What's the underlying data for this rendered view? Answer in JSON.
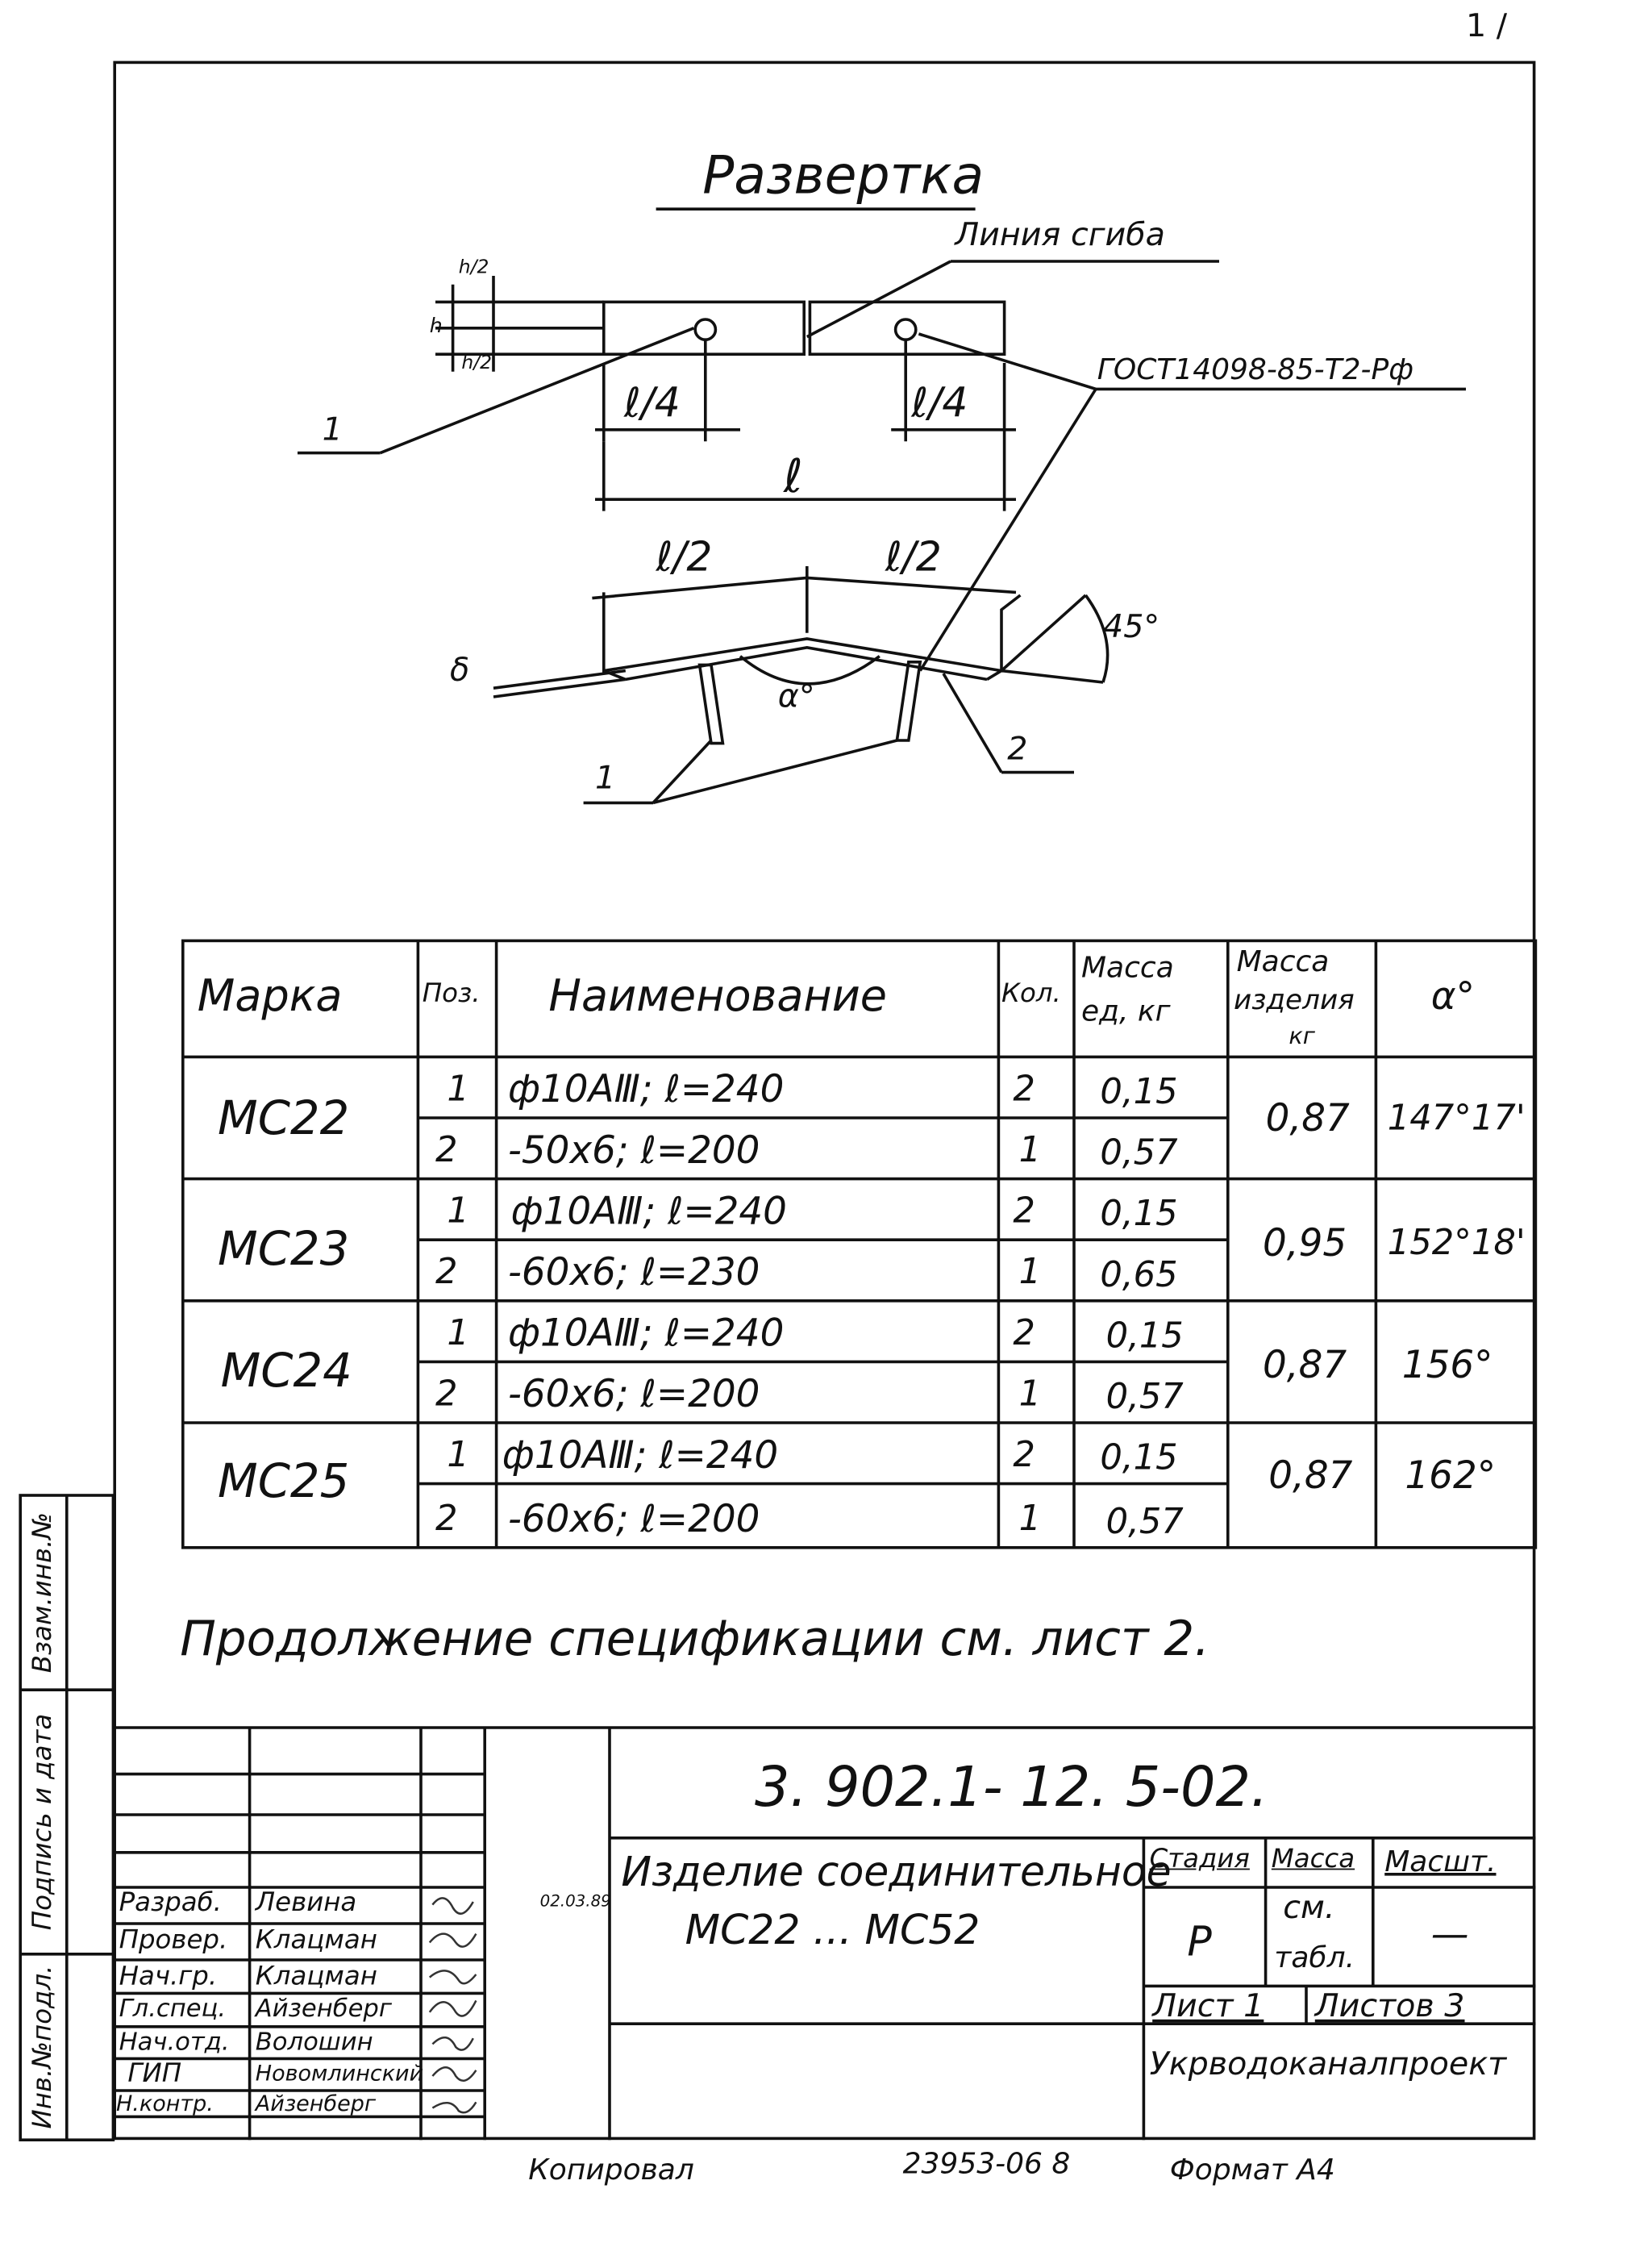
{
  "drawing": {
    "title": "Развертка",
    "bend_line_label": "Линия сгиба",
    "gost_label": "ГОСТ14098-85-Т2-Рф",
    "dim_quarter_left": "ℓ/4",
    "dim_quarter_right": "ℓ/4",
    "dim_full": "ℓ",
    "dim_half_left": "ℓ/2",
    "dim_half_right": "ℓ/2",
    "dim_h_over_2_top": "h/2",
    "dim_h": "h",
    "dim_h_over_2_bottom": "h/2",
    "angle_45": "45°",
    "angle_alpha": "α°",
    "thickness": "δ",
    "pos_1_top": "1",
    "pos_1_bottom": "1",
    "pos_2": "2"
  },
  "spec": {
    "headers": {
      "mark": "Марка",
      "pos": "Поз.",
      "name": "Наименование",
      "qty": "Кол.",
      "mass_unit_1": "Масса",
      "mass_unit_2": "ед, кг",
      "mass_item_1": "Масса",
      "mass_item_2": "изделия",
      "mass_item_3": "кг",
      "alpha": "α°"
    },
    "groups": [
      {
        "mark": "МС22",
        "mass": "0,87",
        "alpha": "147°17'",
        "rows": [
          {
            "pos": "1",
            "name": "ф10АⅢ;  ℓ=240",
            "qty": "2",
            "unit": "0,15"
          },
          {
            "pos": "2",
            "name": "-50x6;  ℓ=200",
            "qty": "1",
            "unit": "0,57"
          }
        ]
      },
      {
        "mark": "МС23",
        "mass": "0,95",
        "alpha": "152°18'",
        "rows": [
          {
            "pos": "1",
            "name": "ф10АⅢ;  ℓ=240",
            "qty": "2",
            "unit": "0,15"
          },
          {
            "pos": "2",
            "name": "-60x6;  ℓ=230",
            "qty": "1",
            "unit": "0,65"
          }
        ]
      },
      {
        "mark": "МС24",
        "mass": "0,87",
        "alpha": "156°",
        "rows": [
          {
            "pos": "1",
            "name": "ф10АⅢ;  ℓ=240",
            "qty": "2",
            "unit": "0,15"
          },
          {
            "pos": "2",
            "name": "-60x6;  ℓ=200",
            "qty": "1",
            "unit": "0,57"
          }
        ]
      },
      {
        "mark": "МС25",
        "mass": "0,87",
        "alpha": "162°",
        "rows": [
          {
            "pos": "1",
            "name": "ф10АⅢ;  ℓ=240",
            "qty": "2",
            "unit": "0,15"
          },
          {
            "pos": "2",
            "name": "-60x6;  ℓ=200",
            "qty": "1",
            "unit": "0,57"
          }
        ]
      }
    ]
  },
  "continuation_note": "Продолжение спецификации см. лист 2.",
  "title_block": {
    "doc_code": "3. 902.1- 12. 5-02.",
    "product_name_1": "Изделие соединительное",
    "product_name_2": "МС22 ... МС52",
    "stage_header": "Стадия",
    "mass_header": "Масса",
    "scale_header": "Масшт.",
    "stage_value": "Р",
    "mass_value_1": "см.",
    "mass_value_2": "табл.",
    "scale_value": "—",
    "sheet_label": "Лист 1",
    "sheets_label": "Листов 3",
    "organization": "Укрводоканалпроект",
    "date_stamp": "02.03.89",
    "signatures": [
      {
        "role": "Разраб.",
        "name": "Левина"
      },
      {
        "role": "Провер.",
        "name": "Клацман"
      },
      {
        "role": "Нач.гр.",
        "name": "Клацман"
      },
      {
        "role": "Гл.спец.",
        "name": "Айзенберг"
      },
      {
        "role": "Нач.отд.",
        "name": "Волошин"
      },
      {
        "role": "ГИП",
        "name": "Новомлинский"
      },
      {
        "role": "Н.контр.",
        "name": "Айзенберг"
      }
    ]
  },
  "side_stamp": {
    "inv_original": "Инв.№подл.",
    "sign_date": "Подпись и дата",
    "replaced_inv": "Взам.инв.№"
  },
  "footer": {
    "copied": "Копировал",
    "order_number": "23953-06  8",
    "format": "Формат А4"
  },
  "corner_mark": "1 /"
}
